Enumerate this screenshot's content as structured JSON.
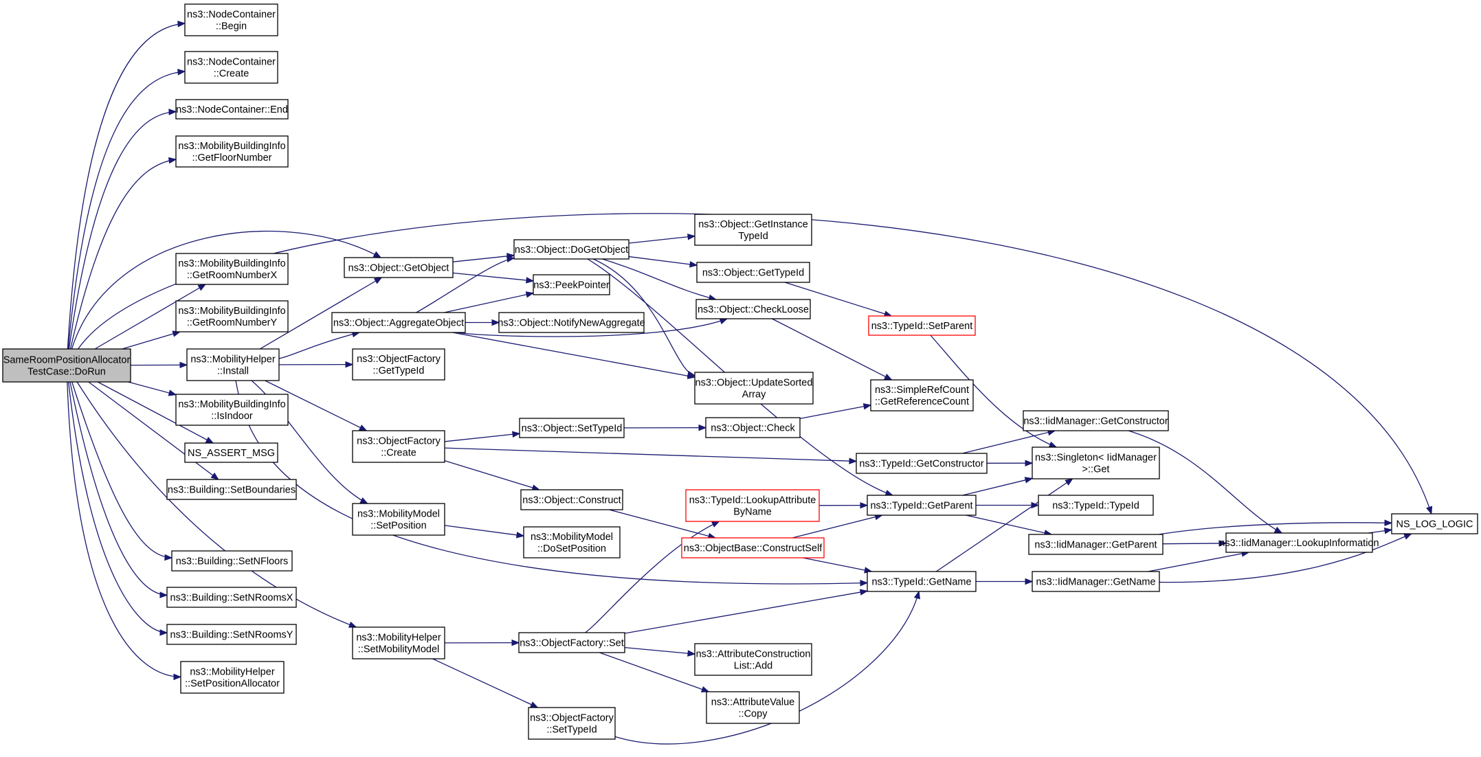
{
  "graph": {
    "colors": {
      "edge": "#191970",
      "root_fill": "#bfbfbf",
      "box_stroke": "#000000",
      "highlight_stroke": "#ff0000",
      "background": "#ffffff"
    },
    "nodes": [
      {
        "id": "root",
        "lines": [
          "SameRoomPositionAllocator",
          "TestCase::DoRun"
        ],
        "style": "root"
      },
      {
        "id": "nc_begin",
        "lines": [
          "ns3::NodeContainer",
          "::Begin"
        ]
      },
      {
        "id": "nc_create",
        "lines": [
          "ns3::NodeContainer",
          "::Create"
        ]
      },
      {
        "id": "nc_end",
        "lines": [
          "ns3::NodeContainer::End"
        ]
      },
      {
        "id": "mbi_floor",
        "lines": [
          "ns3::MobilityBuildingInfo",
          "::GetFloorNumber"
        ]
      },
      {
        "id": "mbi_roomx",
        "lines": [
          "ns3::MobilityBuildingInfo",
          "::GetRoomNumberX"
        ]
      },
      {
        "id": "mbi_roomy",
        "lines": [
          "ns3::MobilityBuildingInfo",
          "::GetRoomNumberY"
        ]
      },
      {
        "id": "mbi_indoor",
        "lines": [
          "ns3::MobilityBuildingInfo",
          "::IsIndoor"
        ]
      },
      {
        "id": "assert",
        "lines": [
          "NS_ASSERT_MSG"
        ]
      },
      {
        "id": "b_bound",
        "lines": [
          "ns3::Building::SetBoundaries"
        ]
      },
      {
        "id": "b_nfloors",
        "lines": [
          "ns3::Building::SetNFloors"
        ]
      },
      {
        "id": "b_nroomsx",
        "lines": [
          "ns3::Building::SetNRoomsX"
        ]
      },
      {
        "id": "b_nroomsy",
        "lines": [
          "ns3::Building::SetNRoomsY"
        ]
      },
      {
        "id": "mh_setpa",
        "lines": [
          "ns3::MobilityHelper",
          "::SetPositionAllocator"
        ]
      },
      {
        "id": "o_getobject",
        "lines": [
          "ns3::Object::GetObject"
        ]
      },
      {
        "id": "o_aggregate",
        "lines": [
          "ns3::Object::AggregateObject"
        ]
      },
      {
        "id": "mh_install",
        "lines": [
          "ns3::MobilityHelper",
          "::Install"
        ]
      },
      {
        "id": "of_gettypeid",
        "lines": [
          "ns3::ObjectFactory",
          "::GetTypeId"
        ]
      },
      {
        "id": "of_create",
        "lines": [
          "ns3::ObjectFactory",
          "::Create"
        ]
      },
      {
        "id": "mm_setpos",
        "lines": [
          "ns3::MobilityModel",
          "::SetPosition"
        ]
      },
      {
        "id": "mh_setmm",
        "lines": [
          "ns3::MobilityHelper",
          "::SetMobilityModel"
        ]
      },
      {
        "id": "o_dogetobject",
        "lines": [
          "ns3::Object::DoGetObject"
        ]
      },
      {
        "id": "peek",
        "lines": [
          "ns3::PeekPointer"
        ]
      },
      {
        "id": "o_notify",
        "lines": [
          "ns3::Object::NotifyNewAggregate"
        ]
      },
      {
        "id": "o_settypeid",
        "lines": [
          "ns3::Object::SetTypeId"
        ]
      },
      {
        "id": "o_construct",
        "lines": [
          "ns3::Object::Construct"
        ]
      },
      {
        "id": "mm_dosetpos",
        "lines": [
          "ns3::MobilityModel",
          "::DoSetPosition"
        ]
      },
      {
        "id": "of_set",
        "lines": [
          "ns3::ObjectFactory::Set"
        ]
      },
      {
        "id": "of_settypeid",
        "lines": [
          "ns3::ObjectFactory",
          "::SetTypeId"
        ]
      },
      {
        "id": "o_getinst",
        "lines": [
          "ns3::Object::GetInstance",
          "TypeId"
        ]
      },
      {
        "id": "o_gettypeid",
        "lines": [
          "ns3::Object::GetTypeId"
        ]
      },
      {
        "id": "o_checkloose",
        "lines": [
          "ns3::Object::CheckLoose"
        ]
      },
      {
        "id": "o_updsorted",
        "lines": [
          "ns3::Object::UpdateSorted",
          "Array"
        ]
      },
      {
        "id": "o_check",
        "lines": [
          "ns3::Object::Check"
        ]
      },
      {
        "id": "tid_lookup",
        "lines": [
          "ns3::TypeId::LookupAttribute",
          "ByName"
        ],
        "style": "red"
      },
      {
        "id": "ob_constructself",
        "lines": [
          "ns3::ObjectBase::ConstructSelf"
        ],
        "style": "red"
      },
      {
        "id": "acl_add",
        "lines": [
          "ns3::AttributeConstruction",
          "List::Add"
        ]
      },
      {
        "id": "av_copy",
        "lines": [
          "ns3::AttributeValue",
          "::Copy"
        ]
      },
      {
        "id": "tid_setparent",
        "lines": [
          "ns3::TypeId::SetParent"
        ],
        "style": "red"
      },
      {
        "id": "src_getrefcount",
        "lines": [
          "ns3::SimpleRefCount",
          "::GetReferenceCount"
        ]
      },
      {
        "id": "tid_getconstructor",
        "lines": [
          "ns3::TypeId::GetConstructor"
        ]
      },
      {
        "id": "tid_getparent",
        "lines": [
          "ns3::TypeId::GetParent"
        ]
      },
      {
        "id": "tid_getname",
        "lines": [
          "ns3::TypeId::GetName"
        ]
      },
      {
        "id": "iid_getconstructor",
        "lines": [
          "ns3::IidManager::GetConstructor"
        ]
      },
      {
        "id": "singleton_get",
        "lines": [
          "ns3::Singleton< IidManager",
          " >::Get"
        ]
      },
      {
        "id": "tid_typeid",
        "lines": [
          "ns3::TypeId::TypeId"
        ]
      },
      {
        "id": "iid_getparent",
        "lines": [
          "ns3::IidManager::GetParent"
        ]
      },
      {
        "id": "iid_getname",
        "lines": [
          "ns3::IidManager::GetName"
        ]
      },
      {
        "id": "iid_lookupinfo",
        "lines": [
          "ns3::IidManager::LookupInformation"
        ]
      },
      {
        "id": "log_logic",
        "lines": [
          "NS_LOG_LOGIC"
        ]
      }
    ],
    "edges": [
      [
        "root",
        "nc_begin"
      ],
      [
        "root",
        "nc_create"
      ],
      [
        "root",
        "nc_end"
      ],
      [
        "root",
        "mbi_floor"
      ],
      [
        "root",
        "log_logic"
      ],
      [
        "root",
        "o_getobject"
      ],
      [
        "root",
        "mbi_roomx"
      ],
      [
        "root",
        "mbi_roomy"
      ],
      [
        "root",
        "mh_install"
      ],
      [
        "root",
        "mbi_indoor"
      ],
      [
        "root",
        "assert"
      ],
      [
        "root",
        "b_bound"
      ],
      [
        "root",
        "b_nfloors"
      ],
      [
        "root",
        "b_nroomsx"
      ],
      [
        "root",
        "b_nroomsy"
      ],
      [
        "root",
        "mh_setpa"
      ],
      [
        "root",
        "mh_setmm"
      ],
      [
        "o_getobject",
        "o_dogetobject"
      ],
      [
        "o_getobject",
        "peek"
      ],
      [
        "o_aggregate",
        "o_dogetobject"
      ],
      [
        "o_aggregate",
        "peek"
      ],
      [
        "o_aggregate",
        "o_notify"
      ],
      [
        "o_aggregate",
        "o_checkloose"
      ],
      [
        "o_aggregate",
        "o_updsorted"
      ],
      [
        "mh_install",
        "o_getobject"
      ],
      [
        "mh_install",
        "o_aggregate"
      ],
      [
        "mh_install",
        "of_gettypeid"
      ],
      [
        "mh_install",
        "of_create"
      ],
      [
        "mh_install",
        "mm_setpos"
      ],
      [
        "mh_install",
        "tid_getname"
      ],
      [
        "of_create",
        "o_settypeid"
      ],
      [
        "of_create",
        "tid_getconstructor"
      ],
      [
        "of_create",
        "o_construct"
      ],
      [
        "mm_setpos",
        "mm_dosetpos"
      ],
      [
        "mh_setmm",
        "of_set"
      ],
      [
        "mh_setmm",
        "of_settypeid"
      ],
      [
        "o_dogetobject",
        "o_getinst"
      ],
      [
        "o_dogetobject",
        "o_gettypeid"
      ],
      [
        "o_dogetobject",
        "o_checkloose"
      ],
      [
        "o_dogetobject",
        "o_updsorted"
      ],
      [
        "o_dogetobject",
        "tid_getparent"
      ],
      [
        "o_settypeid",
        "o_check"
      ],
      [
        "o_construct",
        "ob_constructself"
      ],
      [
        "of_set",
        "tid_lookup"
      ],
      [
        "of_set",
        "acl_add"
      ],
      [
        "of_set",
        "av_copy"
      ],
      [
        "of_set",
        "tid_getname"
      ],
      [
        "of_settypeid",
        "tid_getname"
      ],
      [
        "o_gettypeid",
        "tid_setparent"
      ],
      [
        "o_checkloose",
        "src_getrefcount"
      ],
      [
        "o_check",
        "src_getrefcount"
      ],
      [
        "tid_lookup",
        "tid_getparent"
      ],
      [
        "ob_constructself",
        "tid_getparent"
      ],
      [
        "ob_constructself",
        "tid_getname"
      ],
      [
        "tid_setparent",
        "singleton_get"
      ],
      [
        "tid_getconstructor",
        "iid_getconstructor"
      ],
      [
        "tid_getconstructor",
        "singleton_get"
      ],
      [
        "tid_getparent",
        "singleton_get"
      ],
      [
        "tid_getparent",
        "tid_typeid"
      ],
      [
        "tid_getparent",
        "iid_getparent"
      ],
      [
        "tid_getname",
        "singleton_get"
      ],
      [
        "tid_getname",
        "iid_getname"
      ],
      [
        "iid_getconstructor",
        "iid_lookupinfo"
      ],
      [
        "iid_getparent",
        "iid_lookupinfo"
      ],
      [
        "iid_getparent",
        "log_logic"
      ],
      [
        "iid_getname",
        "iid_lookupinfo"
      ],
      [
        "iid_getname",
        "log_logic"
      ],
      [
        "iid_lookupinfo",
        "log_logic"
      ]
    ]
  }
}
